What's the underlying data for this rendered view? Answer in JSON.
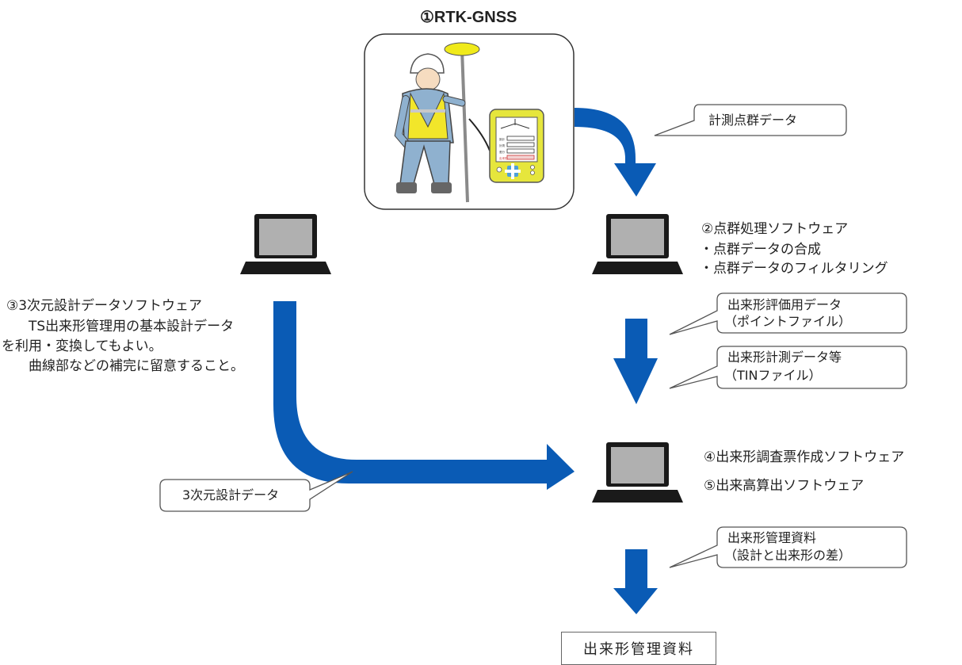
{
  "rtk_title": "①RTK-GNSS",
  "software2": {
    "title": "②点群処理ソフトウェア",
    "bullets": [
      "・点群データの合成",
      "・点群データのフィルタリング"
    ]
  },
  "software3": {
    "title": "③3次元設計データソフトウェア",
    "lines": [
      "TS出来形管理用の基本設計データ",
      "を利用・変換してもよい。",
      "曲線部などの補完に留意すること。"
    ]
  },
  "software4": {
    "title": "④出来形調査票作成ソフトウェア"
  },
  "software5": {
    "title": "⑤出来高算出ソフトウェア"
  },
  "callouts": {
    "point_cloud": "計測点群データ",
    "eval_data": [
      "出来形評価用データ",
      "（ポイントファイル）"
    ],
    "measure_data": [
      "出来形計測データ等",
      "（TINファイル）"
    ],
    "design_data": "3次元設計データ",
    "mgmt_data": [
      "出来形管理資料",
      "（設計と出来形の差）"
    ]
  },
  "final_output": "出来形管理資料",
  "device_labels": [
    "設計",
    "計測",
    "差分",
    "出来形"
  ],
  "colors": {
    "arrow": "#0a5bb5",
    "helmet_yellow": "#f0ea1a",
    "vest": "#f2e62a",
    "worker_blue": "#8fb1cf",
    "device": "#e6e63c"
  }
}
